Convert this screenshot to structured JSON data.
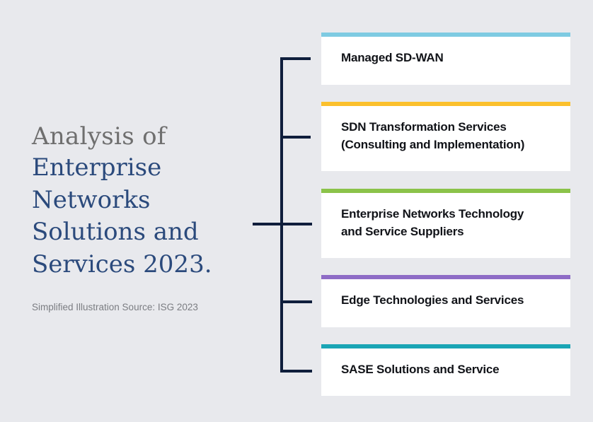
{
  "title": {
    "line_light": "Analysis of",
    "lines_strong": [
      "Enterprise",
      "Networks",
      "Solutions and",
      "Services 2023."
    ]
  },
  "source_note": "Simplified Illustration Source: ISG 2023",
  "colors": {
    "background": "#e8e9ed",
    "title_light": "#6f6f6f",
    "title_strong": "#2b4a7c",
    "bracket": "#0f1e3c",
    "card_background": "#ffffff"
  },
  "categories": [
    {
      "label": "Managed SD-WAN",
      "accent_color": "#7ecbe2"
    },
    {
      "label": "SDN Transformation Services\n(Consulting and Implementation)",
      "accent_color": "#fbc02d"
    },
    {
      "label": "Enterprise Networks Technology\nand Service Suppliers",
      "accent_color": "#8bc34a"
    },
    {
      "label": "Edge Technologies and Services",
      "accent_color": "#8e6cc6"
    },
    {
      "label": "SASE Solutions and Service",
      "accent_color": "#1aa5b5"
    }
  ]
}
